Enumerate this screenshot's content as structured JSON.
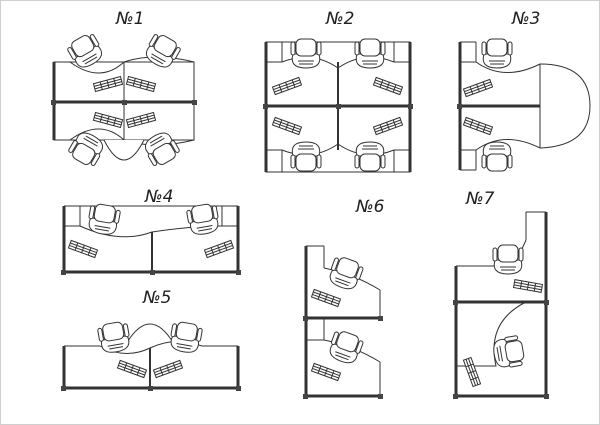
{
  "layouts": [
    {
      "id": "1",
      "label": "№1"
    },
    {
      "id": "2",
      "label": "№2"
    },
    {
      "id": "3",
      "label": "№3"
    },
    {
      "id": "4",
      "label": "№4"
    },
    {
      "id": "5",
      "label": "№5"
    },
    {
      "id": "6",
      "label": "№6"
    },
    {
      "id": "7",
      "label": "№7"
    }
  ],
  "colors": {
    "line": "#333333",
    "background": "#ffffff"
  }
}
